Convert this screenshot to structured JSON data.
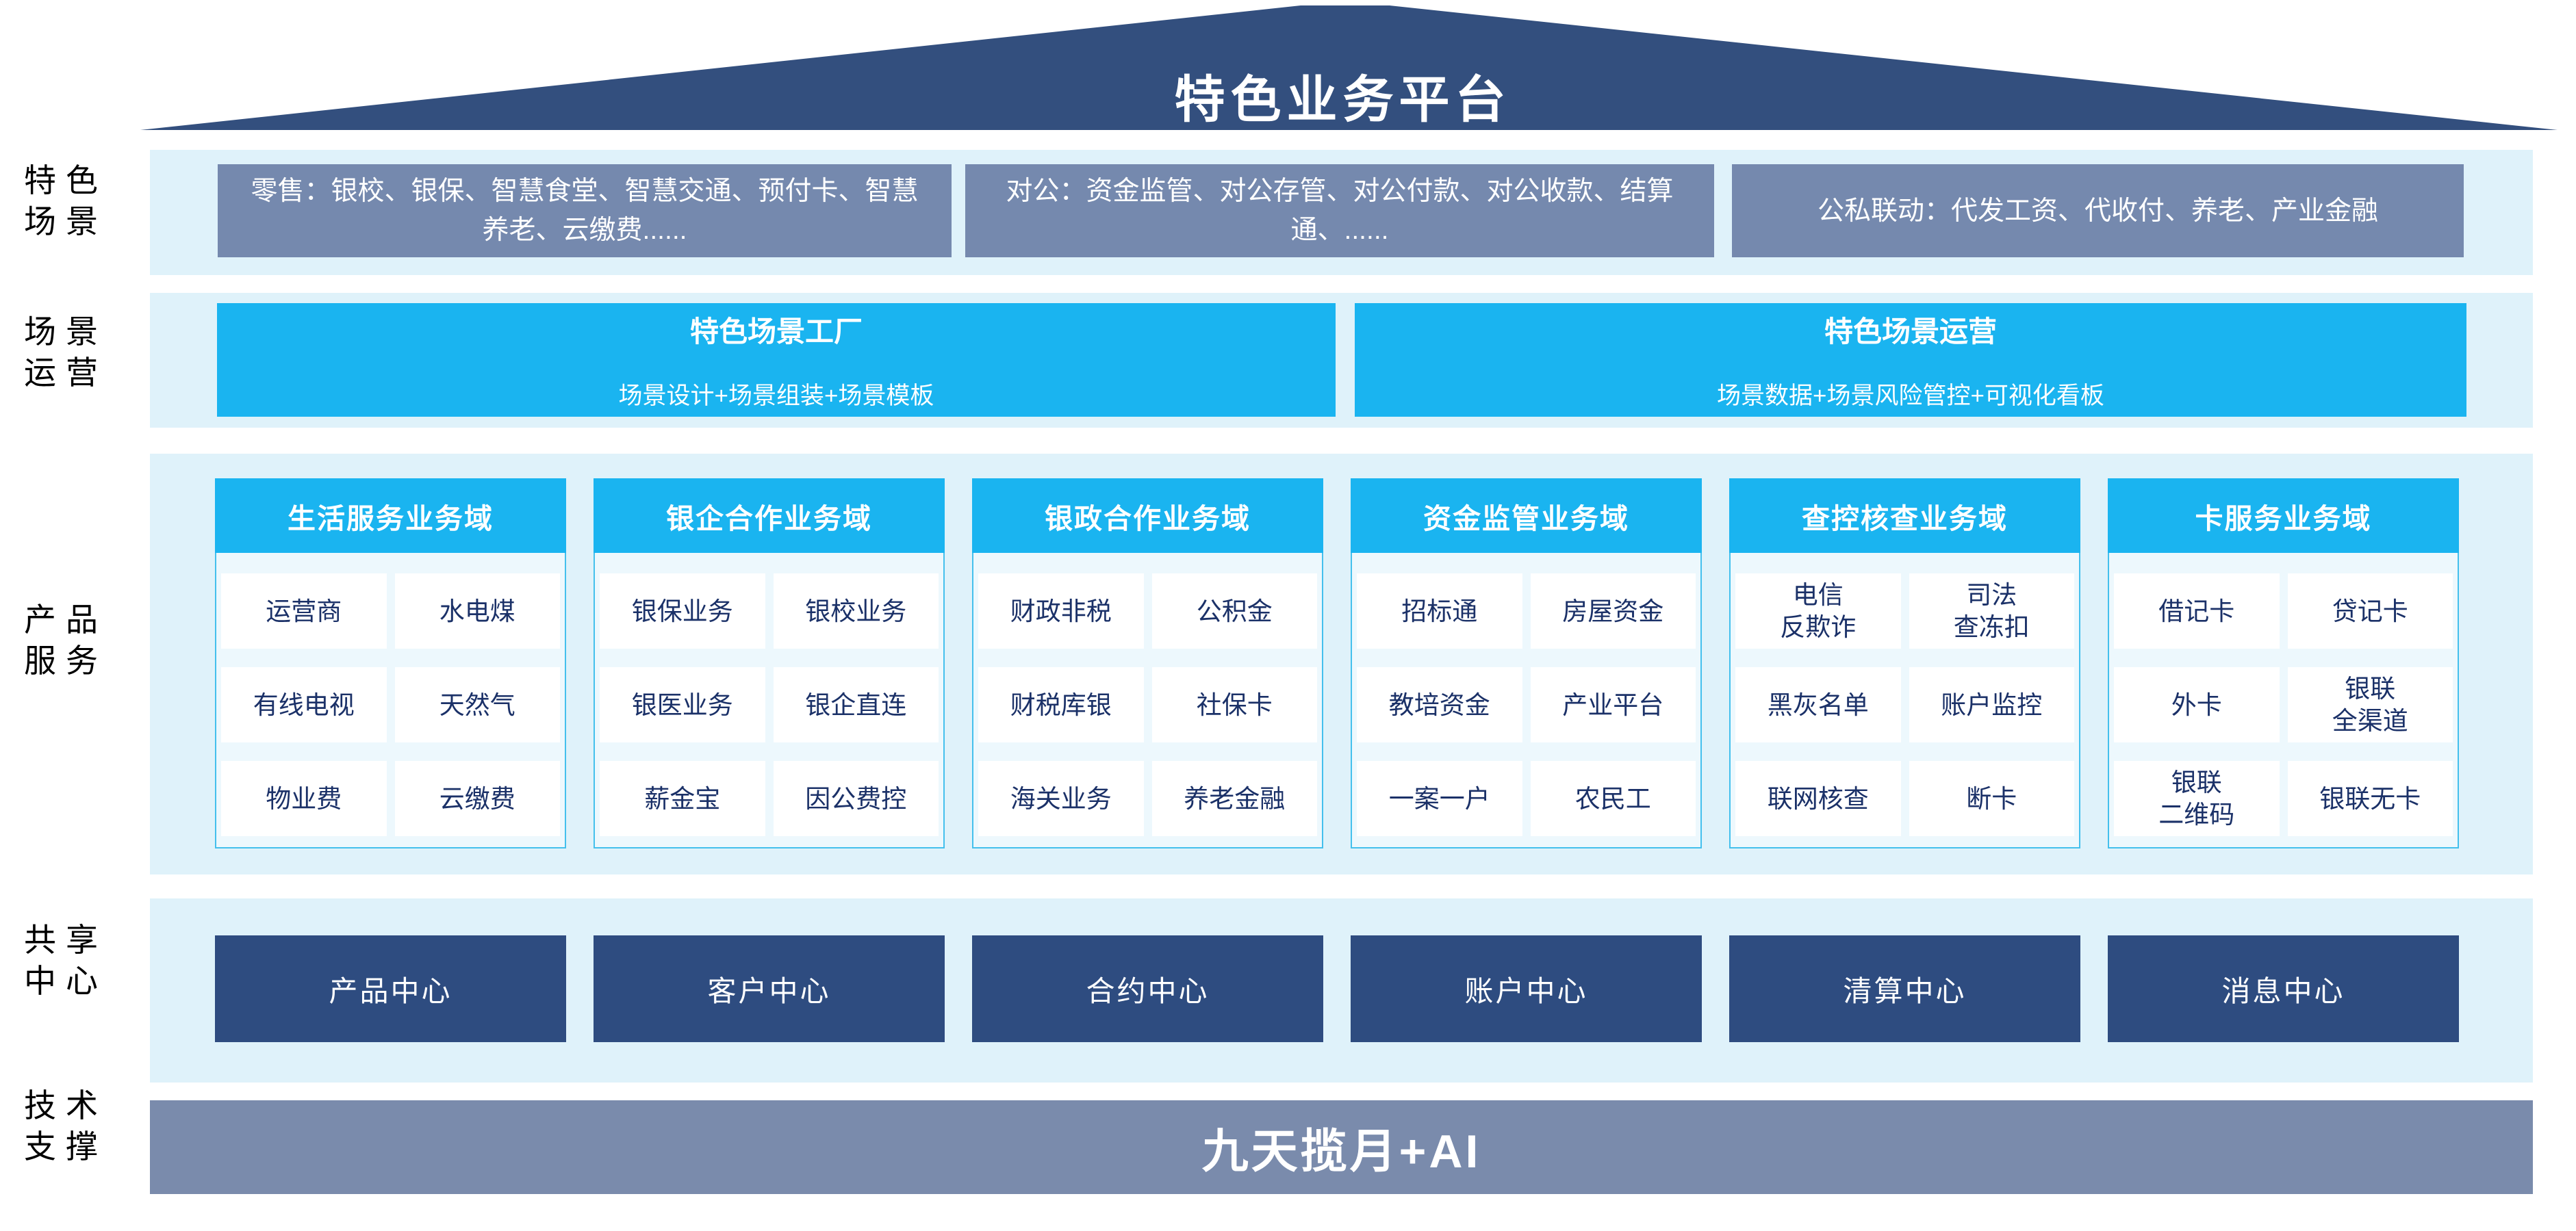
{
  "platform": {
    "title": "特色业务平台"
  },
  "colors": {
    "roof_navy": "#334F7E",
    "light_band": "#DFF2FA",
    "slate_box": "#7589AE",
    "cyan": "#1AB4F0",
    "panel_bg": "#EDF8FD",
    "panel_border": "#44C0ED",
    "cell_text_navy": "#1B3168",
    "center_navy": "#2E4C80",
    "tech_slate": "#7A8BAC"
  },
  "side_labels": [
    {
      "text": "特色\n场景"
    },
    {
      "text": "场景\n运营"
    },
    {
      "text": "产品\n服务"
    },
    {
      "text": "共享\n中心"
    },
    {
      "text": "技术\n支撑"
    }
  ],
  "scenario_row": {
    "boxes": [
      "零售：银校、银保、智慧食堂、智慧交通、预付卡、智慧养老、云缴费......",
      "对公：资金监管、对公存管、对公付款、对公收款、结算通、......",
      "公私联动：代发工资、代收付、养老、产业金融"
    ]
  },
  "operation_row": {
    "boxes": [
      {
        "title": "特色场景工厂",
        "subtitle": "场景设计+场景组装+场景模板"
      },
      {
        "title": "特色场景运营",
        "subtitle": "场景数据+场景风险管控+可视化看板"
      }
    ]
  },
  "product_row": {
    "columns": [
      {
        "header": "生活服务业务域",
        "cells": [
          "运营商",
          "水电煤",
          "有线电视",
          "天然气",
          "物业费",
          "云缴费"
        ]
      },
      {
        "header": "银企合作业务域",
        "cells": [
          "银保业务",
          "银校业务",
          "银医业务",
          "银企直连",
          "薪金宝",
          "因公费控"
        ]
      },
      {
        "header": "银政合作业务域",
        "cells": [
          "财政非税",
          "公积金",
          "财税库银",
          "社保卡",
          "海关业务",
          "养老金融"
        ]
      },
      {
        "header": "资金监管业务域",
        "cells": [
          "招标通",
          "房屋资金",
          "教培资金",
          "产业平台",
          "一案一户",
          "农民工"
        ]
      },
      {
        "header": "查控核查业务域",
        "cells": [
          "电信\n反欺诈",
          "司法\n查冻扣",
          "黑灰名单",
          "账户监控",
          "联网核查",
          "断卡"
        ]
      },
      {
        "header": "卡服务业务域",
        "cells": [
          "借记卡",
          "贷记卡",
          "外卡",
          "银联\n全渠道",
          "银联\n二维码",
          "银联无卡"
        ]
      }
    ]
  },
  "shared_row": {
    "boxes": [
      "产品中心",
      "客户中心",
      "合约中心",
      "账户中心",
      "清算中心",
      "消息中心"
    ]
  },
  "tech_row": {
    "label": "九天揽月+AI"
  }
}
